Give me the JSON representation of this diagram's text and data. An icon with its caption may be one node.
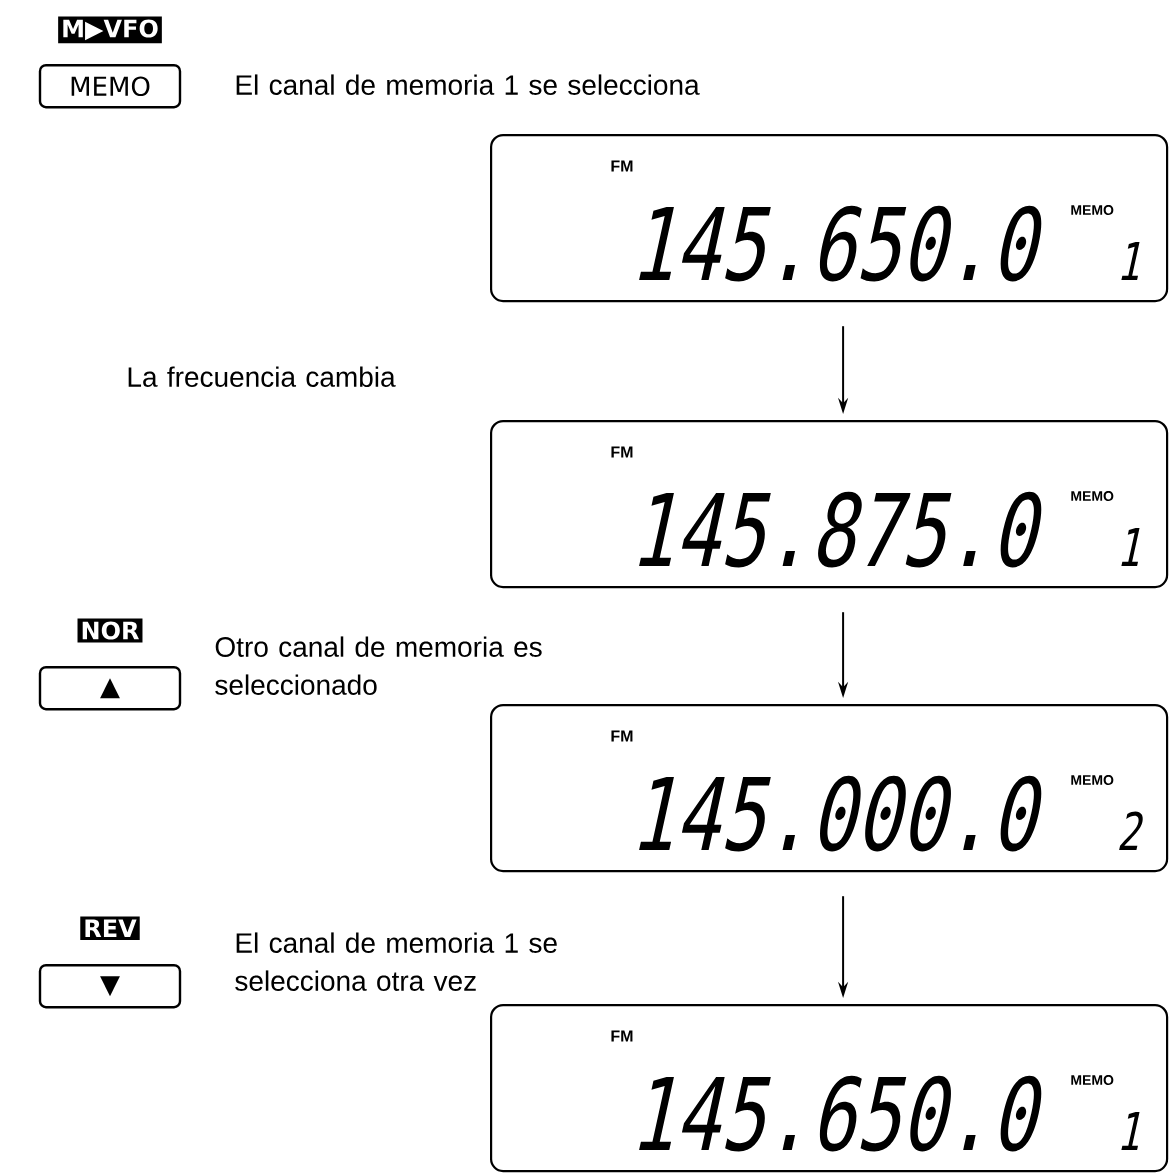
{
  "diagram": {
    "nodes": [
      {
        "text": [
          "M▶VFO",
          "MEMO"
        ]
      },
      {
        "text": [
          "FM",
          "145.650.0",
          "MEMO",
          "1"
        ]
      },
      {
        "text": [
          "FM",
          "145.875.0",
          "MEMO",
          "1"
        ]
      },
      {
        "text": [
          "NOR",
          "▲"
        ]
      },
      {
        "text": [
          "FM",
          "145.000.0",
          "MEMO",
          "2"
        ]
      },
      {
        "text": [
          "REV",
          "▼"
        ]
      },
      {
        "text": [
          "FM",
          "145.650.0",
          "MEMO",
          "1"
        ]
      }
    ],
    "edges": [
      {
        "from": 1,
        "to": 2,
        "arrow": "to"
      },
      {
        "from": 2,
        "to": 4,
        "arrow": "to"
      },
      {
        "from": 4,
        "to": 6,
        "arrow": "to"
      }
    ],
    "labels": [
      "El canal de memoria 1 se selecciona",
      "La frecuencia cambia",
      "Otro canal de memoria es seleccionado",
      "El canal de memoria 1 se selecciona otra vez"
    ]
  }
}
